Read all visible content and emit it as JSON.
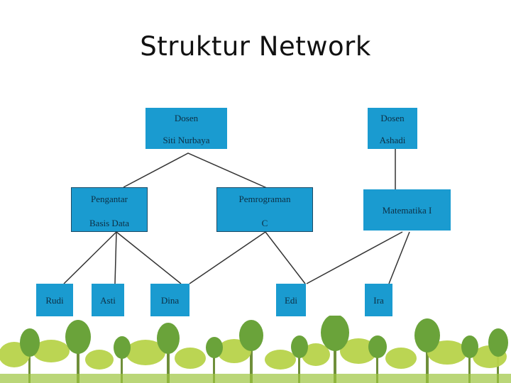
{
  "page": {
    "title": "Struktur Network"
  },
  "nodes": {
    "dosen_siti": {
      "line1": "Dosen",
      "line2": "Siti Nurbaya"
    },
    "dosen_ashadi": {
      "line1": "Dosen",
      "line2": "Ashadi"
    },
    "pengantar_basis_data": {
      "line1": "Pengantar",
      "line2": "Basis Data"
    },
    "pemrograman_c": {
      "line1": "Pemrograman",
      "line2": "C"
    },
    "matematika": {
      "label": "Matematika I"
    },
    "rudi": {
      "label": "Rudi"
    },
    "asti": {
      "label": "Asti"
    },
    "dina": {
      "label": "Dina"
    },
    "edi": {
      "label": "Edi"
    },
    "ira": {
      "label": "Ira"
    }
  },
  "colors": {
    "node_fill": "#1a9bd0",
    "node_text": "#0d2f44",
    "edge": "#333333"
  }
}
